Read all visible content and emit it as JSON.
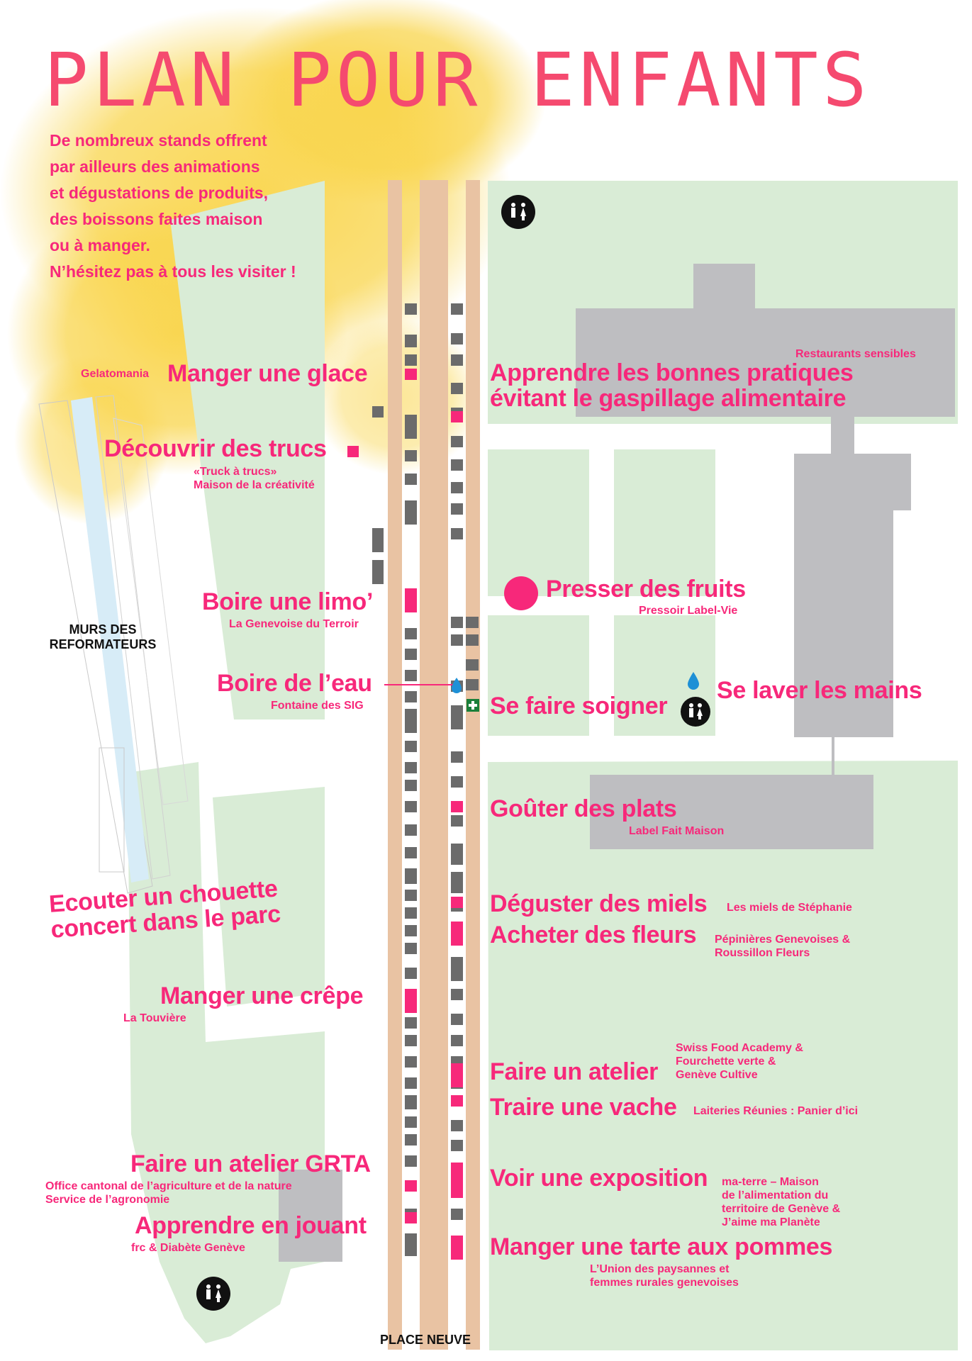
{
  "title": "PLAN POUR ENFANTS",
  "intro": [
    "De nombreux stands offrent",
    "par ailleurs des animations",
    "et dégustations de produits,",
    "des boissons faites maison",
    "ou à manger.",
    "N’hésitez pas à tous les visiter !"
  ],
  "colors": {
    "accent": "#f7287a",
    "title": "#f54a6f",
    "park": "#d9ecd6",
    "path": "#e9c3a3",
    "building": "#bebec1",
    "stand": "#6b6b6b",
    "splash": "#f9d54c",
    "water": "#1e90d6"
  },
  "places": {
    "murs": [
      "MURS DES",
      "REFORMATEURS"
    ],
    "place_neuve": "PLACE NEUVE"
  },
  "activities": {
    "glace": {
      "action": "Manger une glace",
      "by": "Gelatomania"
    },
    "gaspillage": {
      "line1": "Apprendre les bonnes pratiques",
      "line2": "évitant le gaspillage alimentaire",
      "by": "Restaurants sensibles"
    },
    "trucs": {
      "action": "Découvrir des trucs",
      "by1": "«Truck à trucs»",
      "by2": "Maison de la créativité"
    },
    "fruits": {
      "action": "Presser des fruits",
      "by": "Pressoir Label-Vie"
    },
    "limo": {
      "action": "Boire une limo’",
      "by": "La Genevoise du Terroir"
    },
    "eau": {
      "action": "Boire de l’eau",
      "by": "Fontaine des SIG"
    },
    "soigner": {
      "action": "Se faire soigner"
    },
    "mains": {
      "action": "Se laver les mains"
    },
    "plats": {
      "action": "Goûter des plats",
      "by": "Label Fait Maison"
    },
    "concert": {
      "line1": "Ecouter un chouette",
      "line2": "concert dans le parc"
    },
    "miels": {
      "action": "Déguster des miels",
      "by": "Les miels de Stéphanie"
    },
    "fleurs": {
      "action": "Acheter des fleurs",
      "by1": "Pépinières Genevoises &",
      "by2": "Roussillon Fleurs"
    },
    "crepe": {
      "action": "Manger une crêpe",
      "by": "La Touvière"
    },
    "atelier": {
      "action": "Faire un atelier",
      "by1": "Swiss Food Academy &",
      "by2": "Fourchette verte &",
      "by3": "Genève Cultive"
    },
    "vache": {
      "action": "Traire une vache",
      "by": "Laiteries Réunies : Panier d’ici"
    },
    "grta": {
      "action": "Faire un atelier GRTA",
      "by1": "Office cantonal de l’agriculture et de la nature",
      "by2": "Service de l’agronomie"
    },
    "exposition": {
      "action": "Voir une exposition",
      "by1": "ma-terre – Maison",
      "by2": "de l’alimentation du",
      "by3": "territoire de Genève &",
      "by4": "J’aime ma Planète"
    },
    "jouant": {
      "action": "Apprendre en jouant",
      "by": "frc & Diabète Genève"
    },
    "tarte": {
      "action": "Manger une tarte aux pommes",
      "by1": "L’Union des paysannes et",
      "by2": "femmes rurales genevoises"
    }
  },
  "icons": [
    "toilets-icon",
    "water-drop-icon",
    "first-aid-icon",
    "highlight-stand-icon",
    "stand-icon",
    "large-circle-stand-icon"
  ]
}
